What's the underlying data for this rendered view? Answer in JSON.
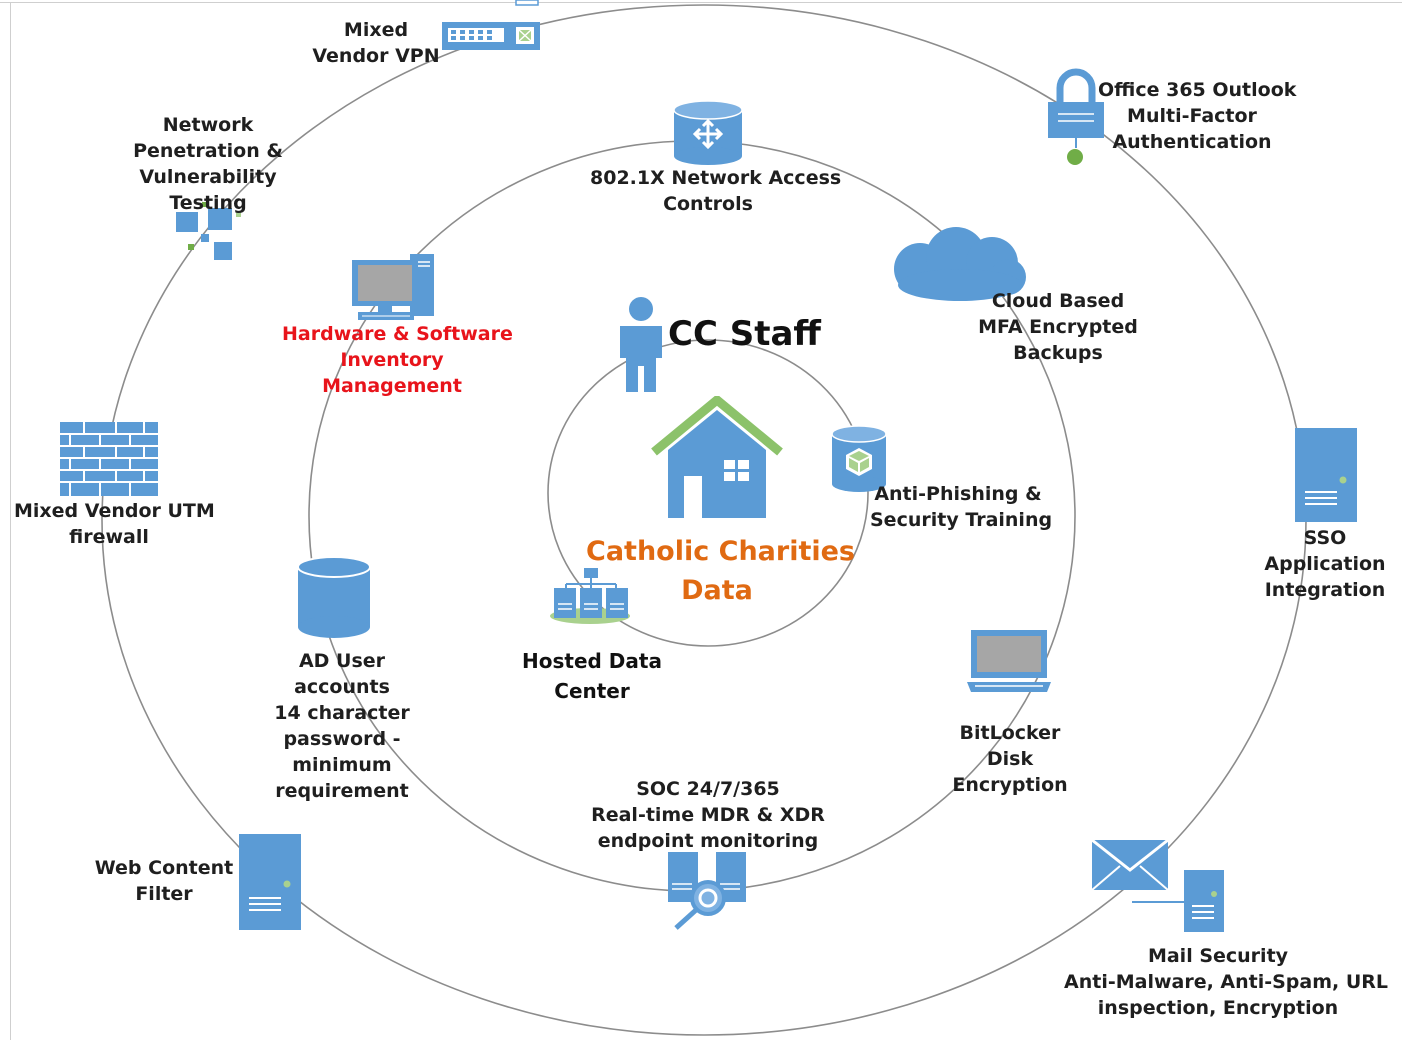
{
  "center": {
    "staff_label": "CC Staff",
    "data_label_line1": "Catholic Charities",
    "data_label_line2": "Data"
  },
  "labels": {
    "mixed_vendor_vpn": [
      "Mixed",
      "Vendor VPN"
    ],
    "network_pen_testing": [
      "Network",
      "Penetration &",
      "Vulnerability",
      "Testing"
    ],
    "office365_mfa": [
      "Office 365 Outlook",
      "Multi-Factor",
      "Authentication"
    ],
    "nac_8021x": [
      "802.1X Network Access",
      "Controls"
    ],
    "hw_sw_inventory": [
      "Hardware & Software",
      "Inventory",
      "Management"
    ],
    "cloud_backups": [
      "Cloud Based",
      "MFA Encrypted",
      "Backups"
    ],
    "anti_phishing": [
      "Anti-Phishing &",
      "Security Training"
    ],
    "utm_firewall": [
      "Mixed Vendor UTM",
      "firewall"
    ],
    "sso": [
      "SSO",
      "Application",
      "Integration"
    ],
    "ad_accounts": [
      "AD User",
      "accounts",
      "14 character",
      "password -",
      "minimum",
      "requirement"
    ],
    "hosted_dc": [
      "Hosted Data",
      "Center"
    ],
    "bitlocker": [
      "BitLocker",
      "Disk",
      "Encryption"
    ],
    "soc": [
      "SOC 24/7/365",
      "Real-time MDR & XDR",
      "endpoint monitoring"
    ],
    "web_filter": [
      "Web Content",
      "Filter"
    ],
    "mail_security": [
      "Mail Security",
      "Anti-Malware, Anti-Spam, URL",
      "inspection, Encryption"
    ]
  },
  "icons": {
    "vpn": "network-switch-icon",
    "pen_test": "scatter-squares-icon",
    "office365": "padlock-icon",
    "nac": "router-cylinder-icon",
    "inventory": "desktop-computer-icon",
    "cloud": "cloud-icon",
    "staff": "person-icon",
    "house": "house-icon",
    "anti_phishing": "database-cube-icon",
    "firewall": "brick-wall-icon",
    "sso": "server-tower-icon",
    "ad": "database-icon",
    "hosted_dc": "datacenter-icon",
    "bitlocker": "laptop-icon",
    "soc": "monitoring-servers-icon",
    "web_filter": "server-tower-icon",
    "mail": "envelope-server-icon"
  },
  "colors": {
    "icon_blue": "#5b9bd5",
    "ring_gray": "#8c8c8c",
    "accent_green": "#70ad47",
    "red_label": "#e8141b",
    "orange_label": "#e06a12"
  }
}
